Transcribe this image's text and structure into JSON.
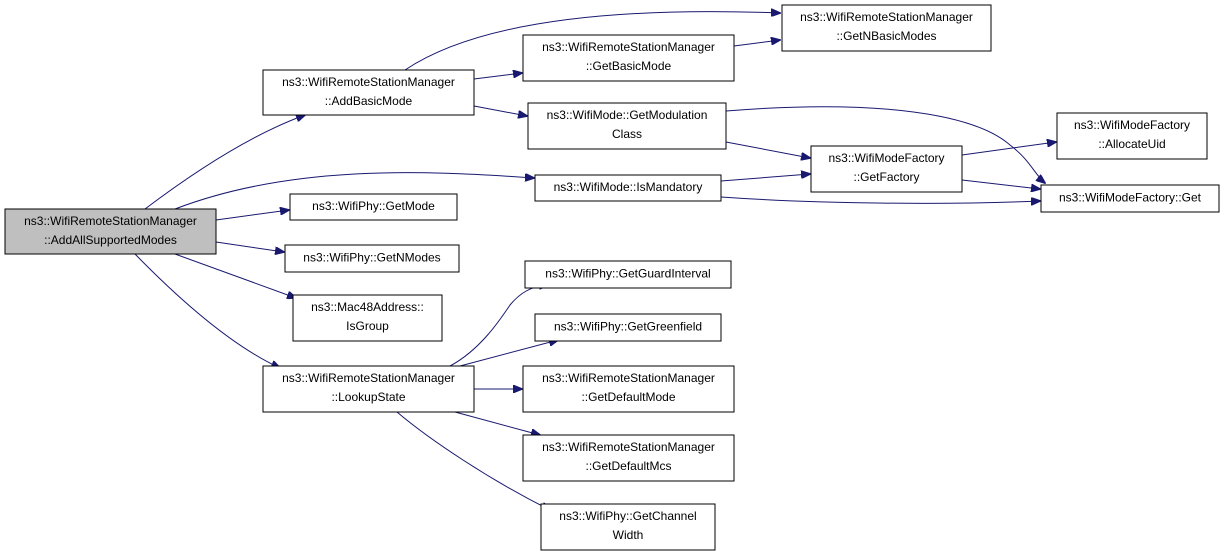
{
  "diagram": {
    "type": "call-graph",
    "nodes": {
      "root": {
        "lines": [
          "ns3::WifiRemoteStationManager",
          "::AddAllSupportedModes"
        ]
      },
      "add_basic_mode": {
        "lines": [
          "ns3::WifiRemoteStationManager",
          "::AddBasicMode"
        ]
      },
      "get_n_basic_modes": {
        "lines": [
          "ns3::WifiRemoteStationManager",
          "::GetNBasicModes"
        ]
      },
      "get_basic_mode": {
        "lines": [
          "ns3::WifiRemoteStationManager",
          "::GetBasicMode"
        ]
      },
      "get_modulation_class": {
        "lines": [
          "ns3::WifiMode::GetModulation",
          "Class"
        ]
      },
      "is_mandatory": {
        "lines": [
          "ns3::WifiMode::IsMandatory"
        ]
      },
      "get_factory": {
        "lines": [
          "ns3::WifiModeFactory",
          "::GetFactory"
        ]
      },
      "allocate_uid": {
        "lines": [
          "ns3::WifiModeFactory",
          "::AllocateUid"
        ]
      },
      "factory_get": {
        "lines": [
          "ns3::WifiModeFactory::Get"
        ]
      },
      "get_mode": {
        "lines": [
          "ns3::WifiPhy::GetMode"
        ]
      },
      "get_n_modes": {
        "lines": [
          "ns3::WifiPhy::GetNModes"
        ]
      },
      "is_group": {
        "lines": [
          "ns3::Mac48Address::",
          "IsGroup"
        ]
      },
      "lookup_state": {
        "lines": [
          "ns3::WifiRemoteStationManager",
          "::LookupState"
        ]
      },
      "get_guard_interval": {
        "lines": [
          "ns3::WifiPhy::GetGuardInterval"
        ]
      },
      "get_greenfield": {
        "lines": [
          "ns3::WifiPhy::GetGreenfield"
        ]
      },
      "get_default_mode": {
        "lines": [
          "ns3::WifiRemoteStationManager",
          "::GetDefaultMode"
        ]
      },
      "get_default_mcs": {
        "lines": [
          "ns3::WifiRemoteStationManager",
          "::GetDefaultMcs"
        ]
      },
      "get_channel_width": {
        "lines": [
          "ns3::WifiPhy::GetChannel",
          "Width"
        ]
      }
    },
    "edges": [
      [
        "root",
        "add_basic_mode"
      ],
      [
        "root",
        "is_mandatory"
      ],
      [
        "root",
        "get_mode"
      ],
      [
        "root",
        "get_n_modes"
      ],
      [
        "root",
        "is_group"
      ],
      [
        "root",
        "lookup_state"
      ],
      [
        "add_basic_mode",
        "get_n_basic_modes"
      ],
      [
        "add_basic_mode",
        "get_basic_mode"
      ],
      [
        "add_basic_mode",
        "get_modulation_class"
      ],
      [
        "get_basic_mode",
        "get_n_basic_modes"
      ],
      [
        "get_modulation_class",
        "get_factory"
      ],
      [
        "get_modulation_class",
        "factory_get"
      ],
      [
        "is_mandatory",
        "get_factory"
      ],
      [
        "is_mandatory",
        "factory_get"
      ],
      [
        "get_factory",
        "allocate_uid"
      ],
      [
        "get_factory",
        "factory_get"
      ],
      [
        "lookup_state",
        "get_guard_interval"
      ],
      [
        "lookup_state",
        "get_greenfield"
      ],
      [
        "lookup_state",
        "get_default_mode"
      ],
      [
        "lookup_state",
        "get_default_mcs"
      ],
      [
        "lookup_state",
        "get_channel_width"
      ]
    ],
    "colors": {
      "edge": "#191970",
      "root_fill": "#bfbfbf",
      "node_fill": "#ffffff",
      "node_border": "#000000"
    }
  }
}
